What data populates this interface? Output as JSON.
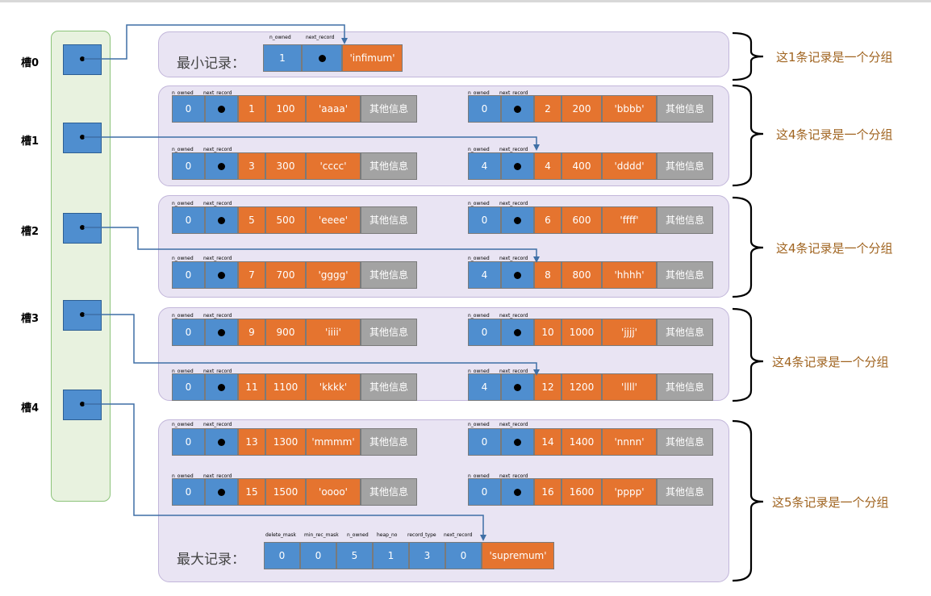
{
  "field_labels": {
    "n_owned": "n_owned",
    "next_record": "next_record",
    "delete_mask": "delete_mask",
    "min_rec_mask": "min_rec_mask",
    "heap_no": "heap_no",
    "record_type": "record_type"
  },
  "slots": [
    "槽0",
    "槽1",
    "槽2",
    "槽3",
    "槽4"
  ],
  "infimum": {
    "label": "最小记录：",
    "n_owned": "1",
    "value": "'infimum'"
  },
  "supremum": {
    "label": "最大记录：",
    "delete_mask": "0",
    "min_rec_mask": "0",
    "n_owned": "5",
    "heap_no": "1",
    "record_type": "3",
    "next_record": "0",
    "value": "'supremum'"
  },
  "records": [
    {
      "n_owned": "0",
      "id": "1",
      "num": "100",
      "str": "'aaaa'",
      "info": "其他信息"
    },
    {
      "n_owned": "0",
      "id": "2",
      "num": "200",
      "str": "'bbbb'",
      "info": "其他信息"
    },
    {
      "n_owned": "0",
      "id": "3",
      "num": "300",
      "str": "'cccc'",
      "info": "其他信息"
    },
    {
      "n_owned": "4",
      "id": "4",
      "num": "400",
      "str": "'dddd'",
      "info": "其他信息"
    },
    {
      "n_owned": "0",
      "id": "5",
      "num": "500",
      "str": "'eeee'",
      "info": "其他信息"
    },
    {
      "n_owned": "0",
      "id": "6",
      "num": "600",
      "str": "'ffff'",
      "info": "其他信息"
    },
    {
      "n_owned": "0",
      "id": "7",
      "num": "700",
      "str": "'gggg'",
      "info": "其他信息"
    },
    {
      "n_owned": "4",
      "id": "8",
      "num": "800",
      "str": "'hhhh'",
      "info": "其他信息"
    },
    {
      "n_owned": "0",
      "id": "9",
      "num": "900",
      "str": "'iiii'",
      "info": "其他信息"
    },
    {
      "n_owned": "0",
      "id": "10",
      "num": "1000",
      "str": "'jjjj'",
      "info": "其他信息"
    },
    {
      "n_owned": "0",
      "id": "11",
      "num": "1100",
      "str": "'kkkk'",
      "info": "其他信息"
    },
    {
      "n_owned": "4",
      "id": "12",
      "num": "1200",
      "str": "'llll'",
      "info": "其他信息"
    },
    {
      "n_owned": "0",
      "id": "13",
      "num": "1300",
      "str": "'mmmm'",
      "info": "其他信息"
    },
    {
      "n_owned": "0",
      "id": "14",
      "num": "1400",
      "str": "'nnnn'",
      "info": "其他信息"
    },
    {
      "n_owned": "0",
      "id": "15",
      "num": "1500",
      "str": "'oooo'",
      "info": "其他信息"
    },
    {
      "n_owned": "0",
      "id": "16",
      "num": "1600",
      "str": "'pppp'",
      "info": "其他信息"
    }
  ],
  "group_texts": [
    "这1条记录是一个分组",
    "这4条记录是一个分组",
    "这4条记录是一个分组",
    "这4条记录是一个分组",
    "这5条记录是一个分组"
  ],
  "colors": {
    "pointer_field": "#4f8ecf",
    "data_field": "#e5742f",
    "other_info": "#a3a3a3",
    "arrow": "#3f6fa6"
  }
}
